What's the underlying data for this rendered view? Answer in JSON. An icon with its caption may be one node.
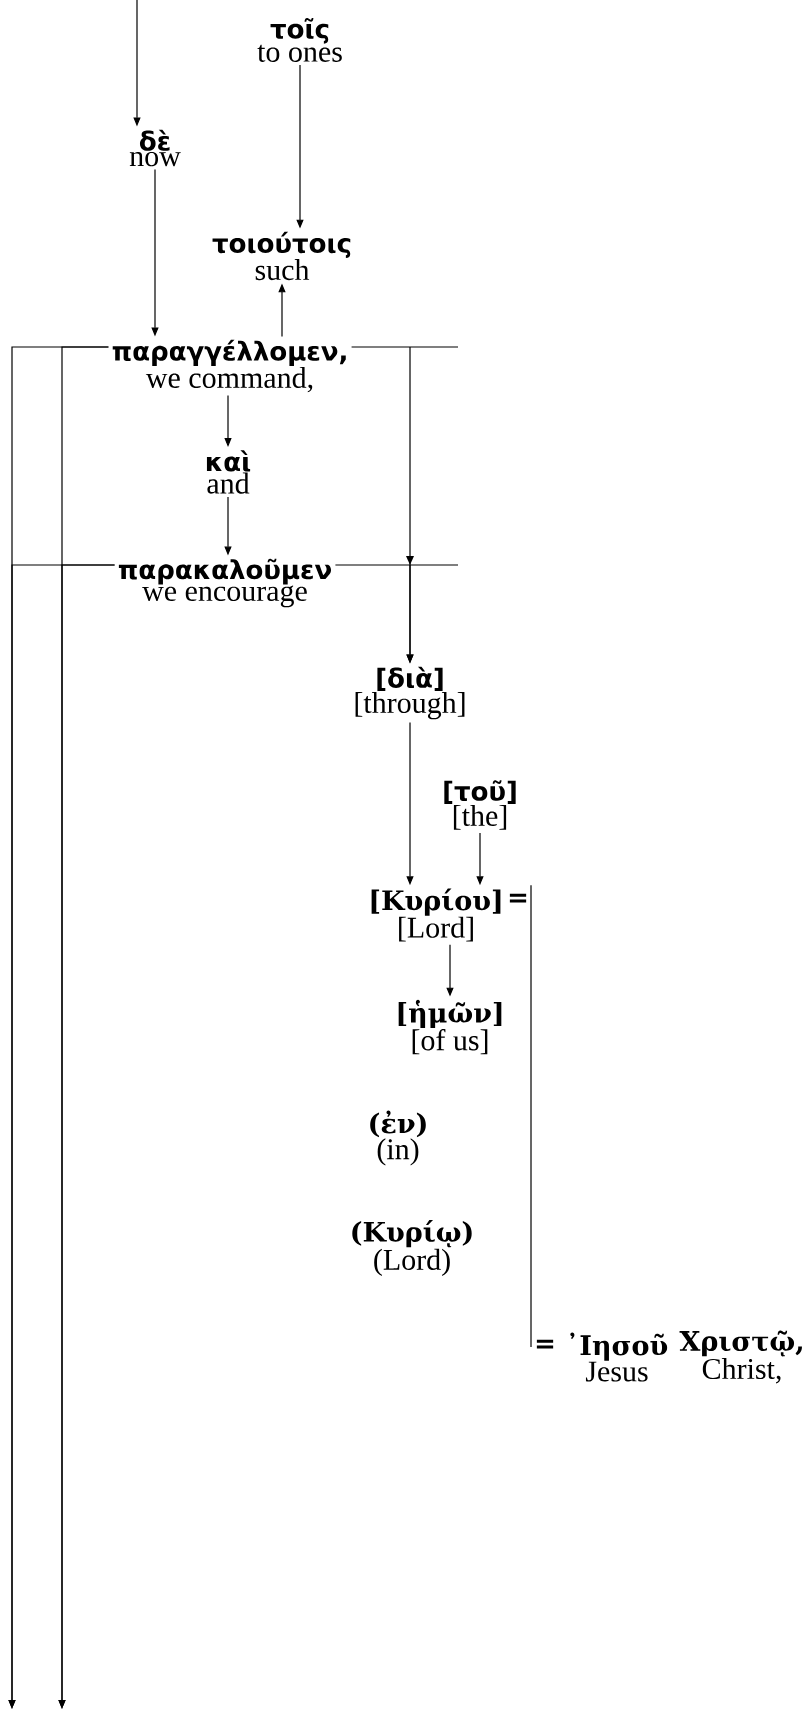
{
  "diagram": {
    "nodes": [
      {
        "text": [
          "δὲ",
          "now"
        ]
      },
      {
        "text": [
          "τοῖς",
          "to ones"
        ]
      },
      {
        "text": [
          "τοιούτοις",
          "such"
        ]
      },
      {
        "text": [
          "παραγγέλλομεν,",
          "we command,"
        ]
      },
      {
        "text": [
          "καὶ",
          "and"
        ]
      },
      {
        "text": [
          "παρακαλοῦμεν",
          "we encourage"
        ]
      },
      {
        "text": [
          "[διὰ]",
          "[through]"
        ]
      },
      {
        "text": [
          "[τοῦ]",
          "[the]"
        ]
      },
      {
        "text": [
          "[Κυρίου]",
          "[Lord]"
        ]
      },
      {
        "text": [
          "[ἡμῶν]",
          "[of us]"
        ]
      },
      {
        "text": [
          "(ἐν)",
          "(in)"
        ]
      },
      {
        "text": [
          "(Κυρίῳ)",
          "(Lord)"
        ]
      },
      {
        "text": [
          "᾿Ιησοῦ",
          "Jesus"
        ]
      },
      {
        "text": [
          "Χριστῷ,",
          "Christ,"
        ]
      }
    ],
    "edges": [
      {
        "from": null,
        "to": 0,
        "arrow": "to"
      },
      {
        "from": 1,
        "to": 2,
        "arrow": "to"
      },
      {
        "from": 0,
        "to": 3,
        "arrow": "to"
      },
      {
        "from": 3,
        "to": 2,
        "arrow": "to"
      },
      {
        "from": 3,
        "to": 4,
        "arrow": "to"
      },
      {
        "from": 4,
        "to": 5,
        "arrow": "to"
      },
      {
        "from": 3,
        "to": 6,
        "arrow": "to"
      },
      {
        "from": 5,
        "to": 6,
        "arrow": "to"
      },
      {
        "from": 3,
        "to": null,
        "arrow": "to"
      },
      {
        "from": 3,
        "to": null,
        "arrow": "to"
      },
      {
        "from": 5,
        "to": null,
        "arrow": "to"
      },
      {
        "from": 5,
        "to": null,
        "arrow": "to"
      },
      {
        "from": 6,
        "to": 8,
        "arrow": "to"
      },
      {
        "from": 7,
        "to": 8,
        "arrow": "to"
      },
      {
        "from": 8,
        "to": 9,
        "arrow": "to"
      },
      {
        "from": 8,
        "to": 12,
        "arrow": "none"
      }
    ],
    "labels": [
      "=",
      "="
    ]
  }
}
